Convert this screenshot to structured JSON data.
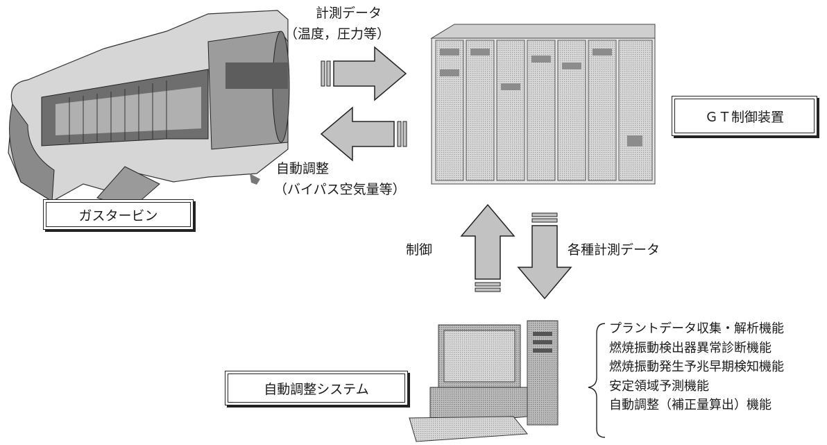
{
  "labels": {
    "gas_turbine": "ガスタービン",
    "gt_controller": "ＧＴ制御装置",
    "auto_tuning_system": "自動調整システム"
  },
  "arrows": {
    "measurement_line1": "計測データ",
    "measurement_line2": "（温度，圧力等）",
    "auto_adjust_line1": "自動調整",
    "auto_adjust_line2": "（バイパス空気量等）",
    "control": "制御",
    "various_measurement": "各種計測データ"
  },
  "functions": [
    "プラントデータ収集・解析機能",
    "燃焼振動検出器異常診断機能",
    "燃焼振動発生予兆早期検知機能",
    "安定領域予測機能",
    "自動調整（補正量算出）機能"
  ],
  "colors": {
    "arrow_fill": "#c2c2c2",
    "line": "#222222",
    "cabinet": "#dcdcdc"
  }
}
